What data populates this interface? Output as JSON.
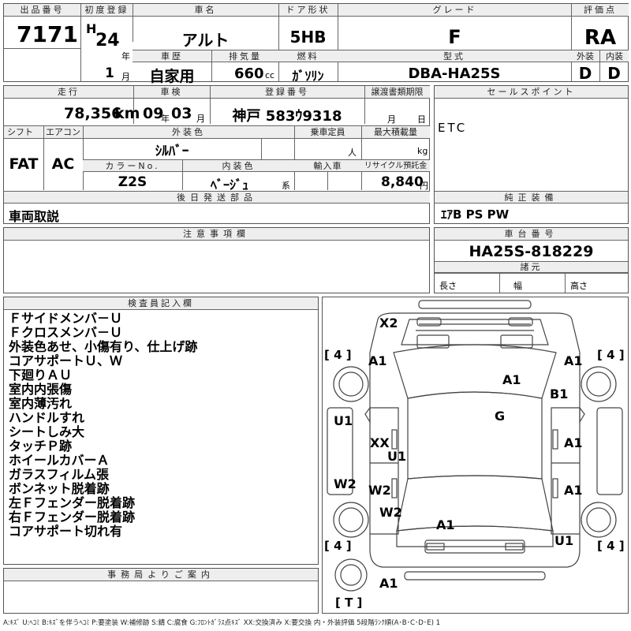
{
  "header": {
    "lot_label": "出品番号",
    "lot_value": "7171",
    "first_reg_label": "初度登録",
    "era": "H",
    "year_value": "24",
    "year_unit": "年",
    "month_value": "1",
    "month_unit": "月",
    "car_name_label": "車名",
    "car_name_value": "アルト",
    "door_label": "ドア形状",
    "door_value": "5HB",
    "grade_label": "グレード",
    "grade_value": "F",
    "score_label": "評価点",
    "score_value": "RA",
    "history_label": "車歴",
    "history_value": "自家用",
    "displacement_label": "排気量",
    "displacement_value": "660",
    "displacement_unit": "cc",
    "fuel_label": "燃料",
    "fuel_value": "ｶﾞｿﾘﾝ",
    "model_label": "型式",
    "model_value": "DBA-HA25S",
    "exterior_label": "外装",
    "exterior_value": "D",
    "interior_label": "内装",
    "interior_value": "D"
  },
  "row2": {
    "mileage_label": "走行",
    "mileage_value": "78,356",
    "mileage_unit": "km",
    "inspection_label": "車検",
    "inspection_year": "09",
    "inspection_year_unit": "年",
    "inspection_month": "03",
    "inspection_month_unit": "月",
    "reg_no_label": "登録番号",
    "reg_no_value": "神戸 583ｳ9318",
    "transfer_label": "譲渡書類期限",
    "transfer_month_unit": "月",
    "transfer_day_unit": "日",
    "sales_point_label": "セールスポイント",
    "sales_point_value": "ETC"
  },
  "row3": {
    "shift_label": "シフト",
    "shift_value": "FAT",
    "ac_label": "エアコン",
    "ac_value": "AC",
    "ext_color_label": "外装色",
    "ext_color_value": "ｼﾙﾊﾞｰ",
    "capacity_label": "乗車定員",
    "capacity_unit": "人",
    "max_load_label": "最大積載量",
    "max_load_unit": "kg",
    "color_no_label": "カラーNo.",
    "color_no_value": "Z2S",
    "int_color_label": "内装色",
    "int_color_value": "ﾍﾞｰｼﾞｭ",
    "int_color_unit": "系",
    "import_label": "輸入車",
    "recycle_label": "リサイクル預託金",
    "recycle_value": "8,840",
    "recycle_unit": "円"
  },
  "later": {
    "label": "後日発送部品",
    "value": "車両取説"
  },
  "equipment": {
    "label": "純正装備",
    "value": "ｴｱB PS PW"
  },
  "caution": {
    "label": "注意事項欄"
  },
  "chassis": {
    "label": "車台番号",
    "value": "HA25S-818229",
    "dims_label": "諸元",
    "length_label": "長さ",
    "width_label": "幅",
    "height_label": "高さ"
  },
  "inspector": {
    "label": "検査員記入欄",
    "notes": [
      "Ｆサイドメンバ－Ｕ",
      "Ｆクロスメンバ－Ｕ",
      "外装色あせ、小傷有り、仕上げ跡",
      "コアサポートＵ、Ｗ",
      "下廻りＡＵ",
      "室内内張傷",
      "室内薄汚れ",
      "ハンドルすれ",
      "シートしみ大",
      "タッチＰ跡",
      "ホイールカバーＡ",
      "ガラスフィルム張",
      "ボンネット脱着跡",
      "左Ｆフェンダー脱着跡",
      "右Ｆフェンダー脱着跡",
      "コアサポート切れ有"
    ]
  },
  "office": {
    "label": "事務局よりご案内"
  },
  "diagram": {
    "marks": {
      "x2": "X2",
      "a1_lf": "A1",
      "a1_rf": "A1",
      "a1_roof": "A1",
      "b1": "B1",
      "u1_left": "U1",
      "g": "G",
      "xx": "XX",
      "u1_mid": "U1",
      "a1_r1": "A1",
      "w2_left": "W2",
      "w2_mid": "W2",
      "a1_r2": "A1",
      "w2_low": "W2",
      "a1_rear": "A1",
      "u1_right": "U1",
      "a1_bottom": "A1"
    },
    "tires": {
      "lf": "[ 4 ]",
      "rf": "[ 4 ]",
      "lr": "[ 4 ]",
      "rr": "[ 4 ]",
      "t": "[ T ]"
    }
  },
  "legend": "A:ｷｽﾞ U:ﾍｺﾐ B:ｷｽﾞを伴うﾍｺﾐ P:要塗装 W:補修跡 S:錆 C:腐食 G:ﾌﾛﾝﾄｶﾞﾗｽ点ｷｽﾞ XX:交換済み X:要交換 内・外装評価 5段階ﾗﾝｸ順(A･B･C･D･E) 1"
}
